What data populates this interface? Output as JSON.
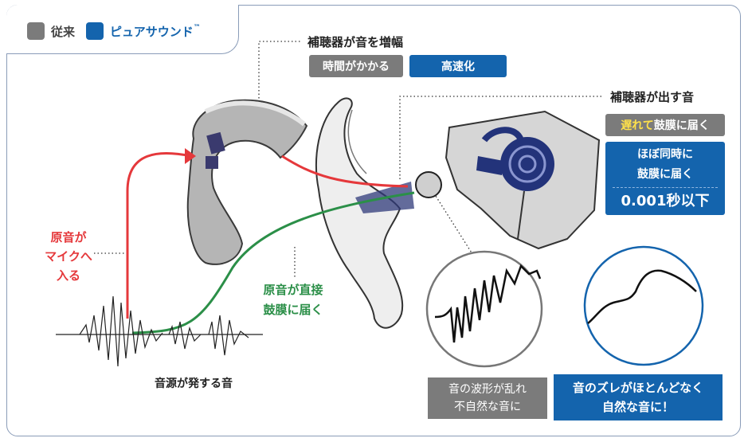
{
  "legend": {
    "conventional": "従来",
    "puresound": "ピュアサウンド",
    "trademark": "™"
  },
  "amplify": {
    "title": "補聴器が音を増幅",
    "slow": "時間がかかる",
    "fast": "高速化"
  },
  "output": {
    "title": "補聴器が出す音",
    "late_highlight": "遅れて",
    "late_rest": "鼓膜に届く",
    "sync_line1": "ほぼ同時に",
    "sync_line2": "鼓膜に届く",
    "time": "0.001秒以下"
  },
  "original_sound": {
    "line1": "原音が",
    "line2": "マイクへ",
    "line3": "入る"
  },
  "direct_sound": {
    "line1": "原音が直接",
    "line2": "鼓膜に届く"
  },
  "source_label": "音源が発する音",
  "result_conventional": {
    "line1": "音の波形が乱れ",
    "line2": "不自然な音に"
  },
  "result_puresound": {
    "line1": "音のズレがほとんどなく",
    "line2": "自然な音に！"
  },
  "colors": {
    "gray": "#7b7b7b",
    "blue": "#1464ad",
    "red": "#e5383b",
    "green": "#2b8f48",
    "yellow": "#ffe14a"
  }
}
